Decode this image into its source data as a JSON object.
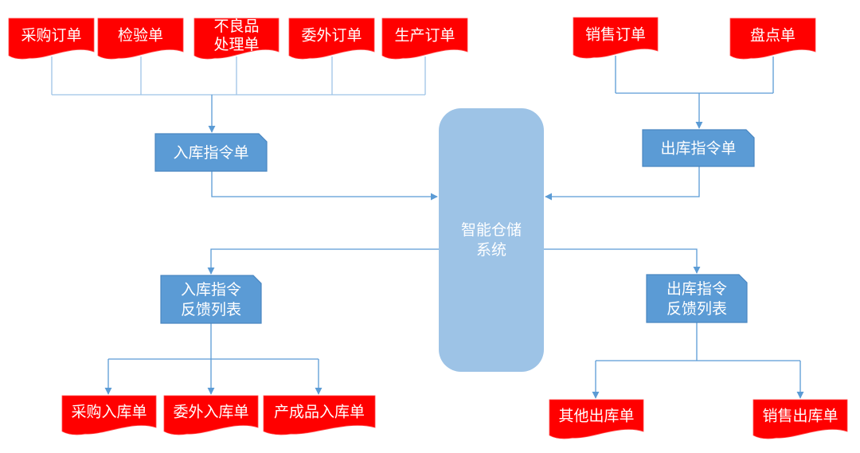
{
  "colors": {
    "document_fill": "#ff0000",
    "card_fill": "#5b9bd5",
    "card_border": "#4a86c0",
    "center_fill": "#9dc3e6",
    "connector": "#5b9bd5",
    "text": "#ffffff"
  },
  "center": {
    "label_lines": [
      "智能仓储",
      "系统"
    ]
  },
  "inbound": {
    "sources": [
      {
        "lines": [
          "采购订单"
        ]
      },
      {
        "lines": [
          "检验单"
        ]
      },
      {
        "lines": [
          "不良品",
          "处理单"
        ]
      },
      {
        "lines": [
          "委外订单"
        ]
      },
      {
        "lines": [
          "生产订单"
        ]
      }
    ],
    "instruction": {
      "lines": [
        "入库指令单"
      ]
    },
    "feedback": {
      "lines": [
        "入库指令",
        "反馈列表"
      ]
    },
    "outputs": [
      {
        "lines": [
          "采购入库单"
        ]
      },
      {
        "lines": [
          "委外入库单"
        ]
      },
      {
        "lines": [
          "产成品入库单"
        ]
      }
    ]
  },
  "outbound": {
    "sources": [
      {
        "lines": [
          "销售订单"
        ]
      },
      {
        "lines": [
          "盘点单"
        ]
      }
    ],
    "instruction": {
      "lines": [
        "出库指令单"
      ]
    },
    "feedback": {
      "lines": [
        "出库指令",
        "反馈列表"
      ]
    },
    "outputs": [
      {
        "lines": [
          "其他出库单"
        ]
      },
      {
        "lines": [
          "销售出库单"
        ]
      }
    ]
  }
}
